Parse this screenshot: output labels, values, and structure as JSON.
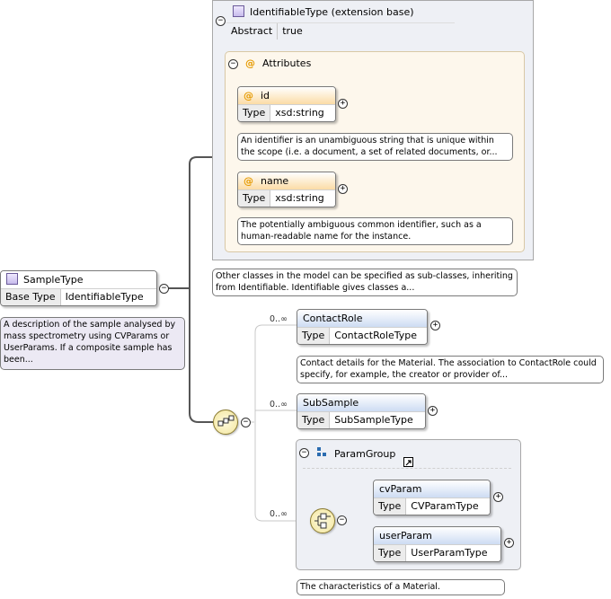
{
  "identifiable": {
    "title": "IdentifiableType (extension base)",
    "abstract_key": "Abstract",
    "abstract_val": "true",
    "attributes_title": "Attributes",
    "id_name": "id",
    "id_type_key": "Type",
    "id_type_val": "xsd:string",
    "id_doc": "An identifier is an unambiguous string that is unique within the scope (i.e. a document, a set of related documents, or...",
    "name_name": "name",
    "name_type_key": "Type",
    "name_type_val": "xsd:string",
    "name_doc": "The potentially ambiguous common identifier, such as a human-readable name for the instance.",
    "doc": "Other classes in the model can be specified as sub-classes, inheriting from Identifiable. Identifiable gives classes a..."
  },
  "sample": {
    "title": "SampleType",
    "base_key": "Base Type",
    "base_val": "IdentifiableType",
    "doc": "A description of the sample analysed by mass spectrometry using CVParams or UserParams. If a composite sample has been..."
  },
  "contact": {
    "card": "0..∞",
    "title": "ContactRole",
    "type_key": "Type",
    "type_val": "ContactRoleType",
    "doc": "Contact details for the Material. The association to ContactRole could specify, for example, the creator or provider of..."
  },
  "subsample": {
    "card": "0..∞",
    "title": "SubSample",
    "type_key": "Type",
    "type_val": "SubSampleType"
  },
  "paramgroup": {
    "card": "0..∞",
    "title": "ParamGroup",
    "cv_title": "cvParam",
    "cv_type_key": "Type",
    "cv_type_val": "CVParamType",
    "user_title": "userParam",
    "user_type_key": "Type",
    "user_type_val": "UserParamType",
    "doc": "The characteristics of a Material."
  }
}
